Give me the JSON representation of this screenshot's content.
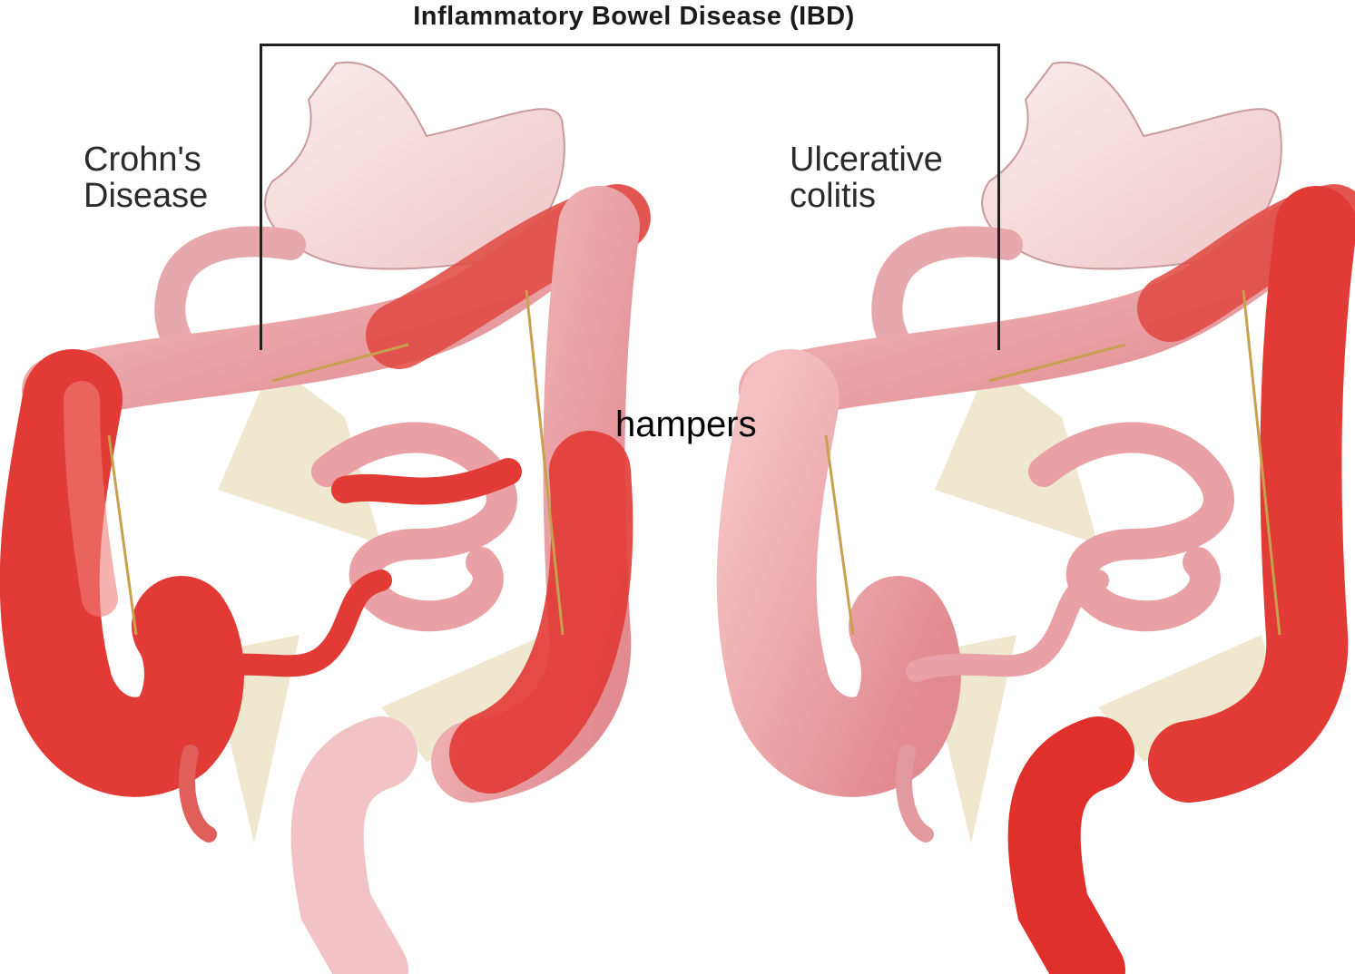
{
  "title": "Inflammatory Bowel Disease (IBD)",
  "labels": {
    "left": [
      "Crohn's",
      "Disease"
    ],
    "right": [
      "Ulcerative",
      "colitis"
    ]
  },
  "overlay_text": "hampers",
  "colors": {
    "inflamed": "#e23a34",
    "healthy": "#e99ca0",
    "stomach": "#f4d4d6",
    "mesentery": "#efe8cf",
    "vessel": "#c8a050"
  },
  "icons": [
    "stomach-illustration",
    "colon-illustration",
    "small-intestine-illustration"
  ]
}
